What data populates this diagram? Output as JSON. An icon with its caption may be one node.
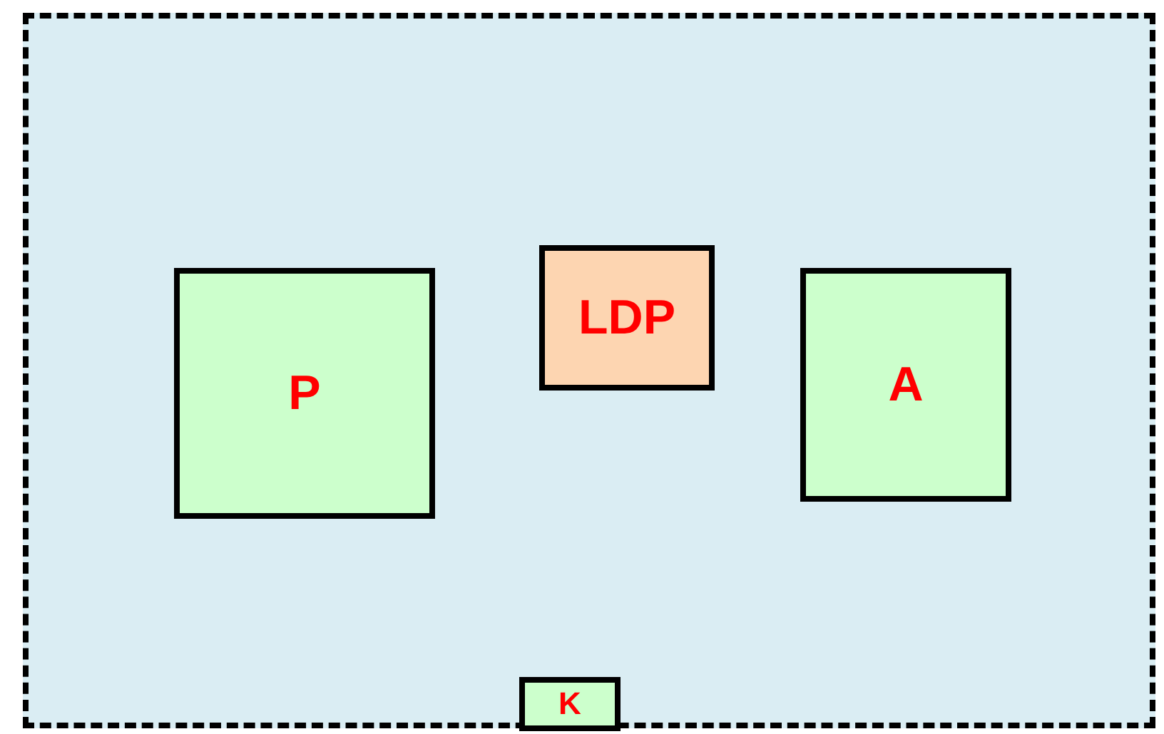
{
  "diagram": {
    "nodes": [
      {
        "text": [],
        "shape": "box"
      },
      {
        "text": [
          "P"
        ],
        "in": 0
      },
      {
        "text": [
          "LDP"
        ],
        "in": 0
      },
      {
        "text": [
          "A"
        ],
        "in": 0
      },
      {
        "text": [
          "K"
        ],
        "in": 0
      }
    ]
  }
}
